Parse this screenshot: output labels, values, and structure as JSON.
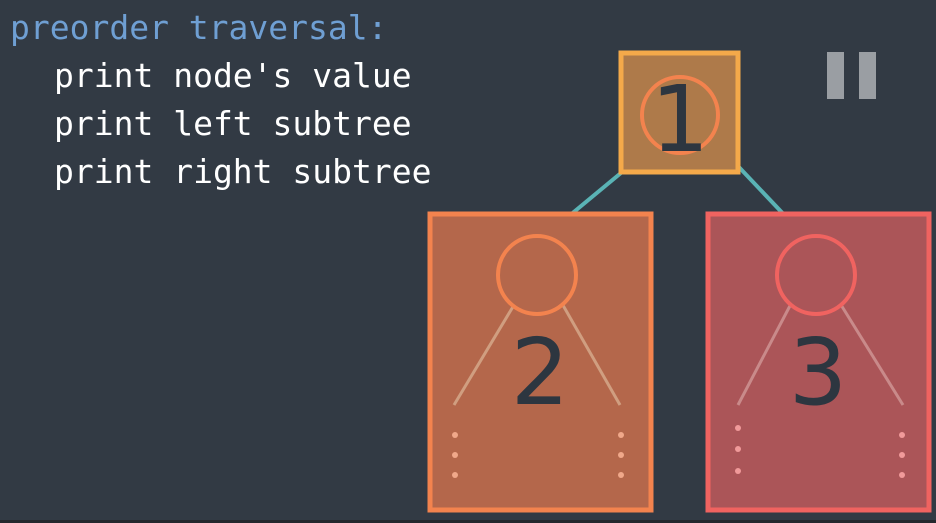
{
  "code": {
    "heading": "preorder traversal:",
    "lines": [
      "print node's value",
      "print left subtree",
      "print right subtree"
    ]
  },
  "tree": {
    "root": {
      "label": "1",
      "highlight": "#f4a94a"
    },
    "left": {
      "label": "2",
      "highlight": "#f3834e"
    },
    "right": {
      "label": "3",
      "highlight": "#f06360"
    },
    "edge_color": "#5ab3b5"
  },
  "controls": {
    "pause_icon": "pause-icon"
  }
}
